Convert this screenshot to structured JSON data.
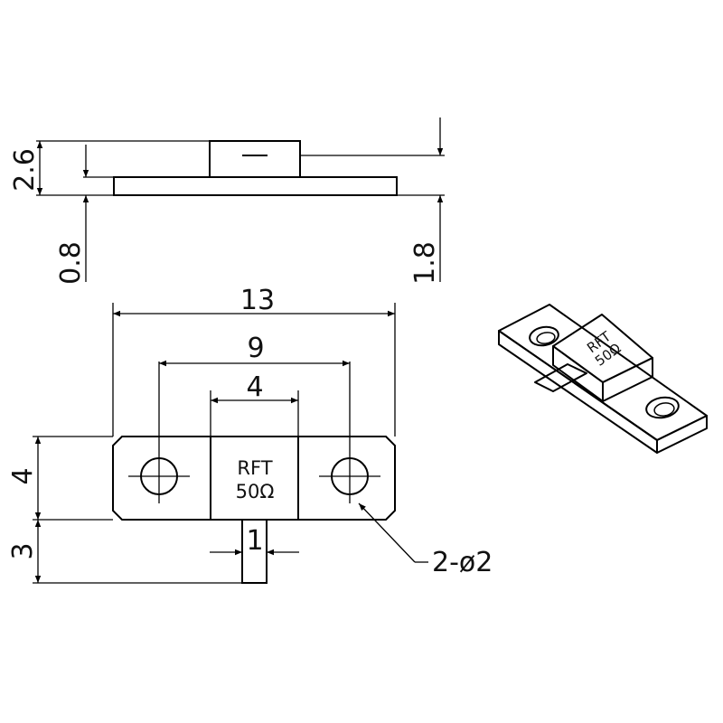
{
  "side_view": {
    "dim_total_height": "2.6",
    "dim_flange_thickness": "0.8",
    "dim_body_height": "1.8"
  },
  "top_view": {
    "dim_overall_length": "13",
    "dim_hole_pitch": "9",
    "dim_body_width": "4",
    "dim_flange_width": "4",
    "dim_tab_length": "3",
    "dim_tab_width": "1",
    "hole_callout": "2-ø2",
    "marking_line1": "RFT",
    "marking_line2": "50Ω"
  },
  "iso_view": {
    "marking_line1": "RFT",
    "marking_line2": "50Ω"
  },
  "colors": {
    "line": "#000000",
    "background": "#ffffff",
    "tab_fill": "#d8d8d8"
  }
}
